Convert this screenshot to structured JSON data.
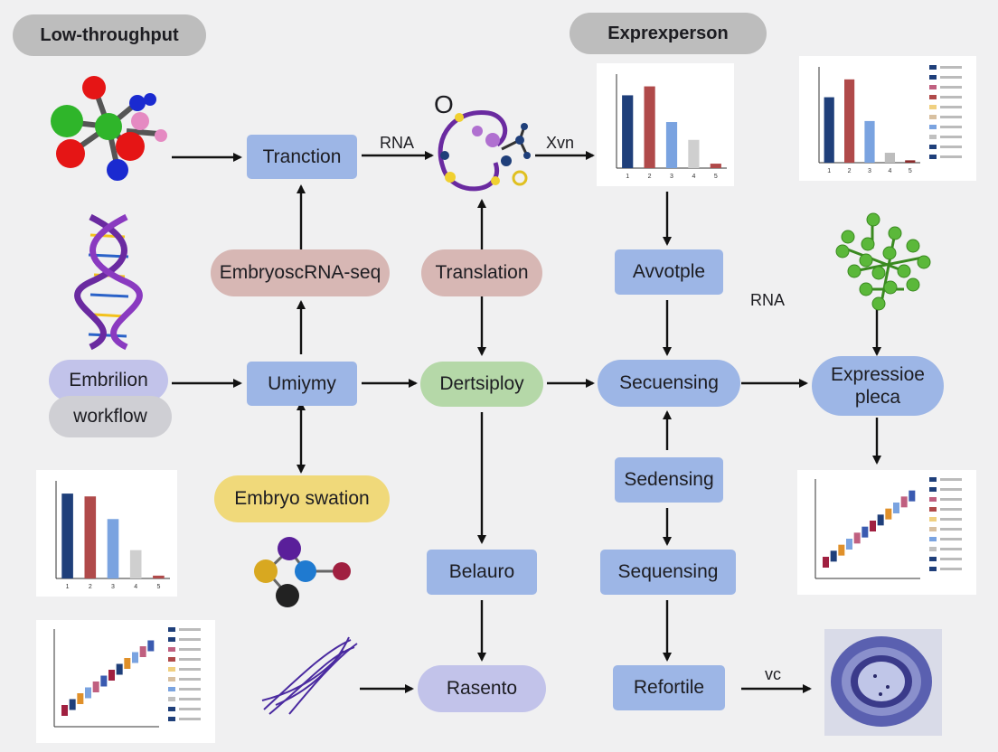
{
  "headers": {
    "left": "Low-throughput",
    "right": "Exprexperson"
  },
  "nodes": {
    "tranction": "Tranction",
    "embryo_scrna": "EmbryoscRNA-seq",
    "translation": "Translation",
    "avvotple": "Avvotple",
    "embrilion": "Embrilion",
    "workflow": "workflow",
    "umiymy": "Umiymy",
    "dertsiploy": "Dertsiploy",
    "secuensing": "Secuensing",
    "expressioe_line1": "Expressioe",
    "expressioe_line2": "pleca",
    "embryo_swation": "Embryo swation",
    "sedensing": "Sedensing",
    "sequensing": "Sequensing",
    "belauro": "Belauro",
    "rasento": "Rasento",
    "refortile": "Refortile"
  },
  "edge_labels": {
    "rna_top": "RNA",
    "xvn": "Xvn",
    "rna_right": "RNA",
    "vc": "vc",
    "o_letter": "O"
  },
  "colors": {
    "box_blue": "#9db6e6",
    "pill_pink": "#d7b7b4",
    "pill_green": "#b5d8a8",
    "pill_yellow": "#f0d97a",
    "pill_lavender": "#c2c3ea",
    "header_gray": "#bdbdbd"
  },
  "chart_data": [
    {
      "type": "bar",
      "categories": [
        "1",
        "2",
        "3",
        "4",
        "5"
      ],
      "values": [
        9.8,
        11.0,
        6.2,
        3.8,
        0.6
      ],
      "colors": [
        "#1f3f7a",
        "#b04a4a",
        "#7aa3e0",
        "#cfcfcf",
        "#b04a4a"
      ]
    },
    {
      "type": "bar",
      "categories": [
        "1",
        "2",
        "3",
        "4",
        "5"
      ],
      "values": [
        16.5,
        21.0,
        10.5,
        2.5,
        0.6
      ],
      "colors": [
        "#1f3f7a",
        "#b04a4a",
        "#7aa3e0",
        "#bdbdbd",
        "#8a2a2a"
      ]
    },
    {
      "type": "bar",
      "categories": [
        "1",
        "2",
        "3",
        "4",
        "5"
      ],
      "values": [
        6.0,
        5.8,
        4.2,
        2.0,
        0.2
      ],
      "colors": [
        "#1f3f7a",
        "#b04a4a",
        "#7aa3e0",
        "#cfcfcf",
        "#b04a4a"
      ]
    }
  ]
}
